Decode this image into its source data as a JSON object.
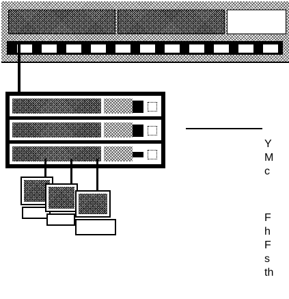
{
  "description": {
    "paragraphs": [
      "Y\nM\nc",
      "F\nh\nF\ns\nth"
    ]
  },
  "illustration": {
    "mainframe_label": "",
    "hub_units": 3,
    "workstations": 3
  },
  "colors": {
    "ink": "#000000",
    "paper": "#ffffff"
  }
}
